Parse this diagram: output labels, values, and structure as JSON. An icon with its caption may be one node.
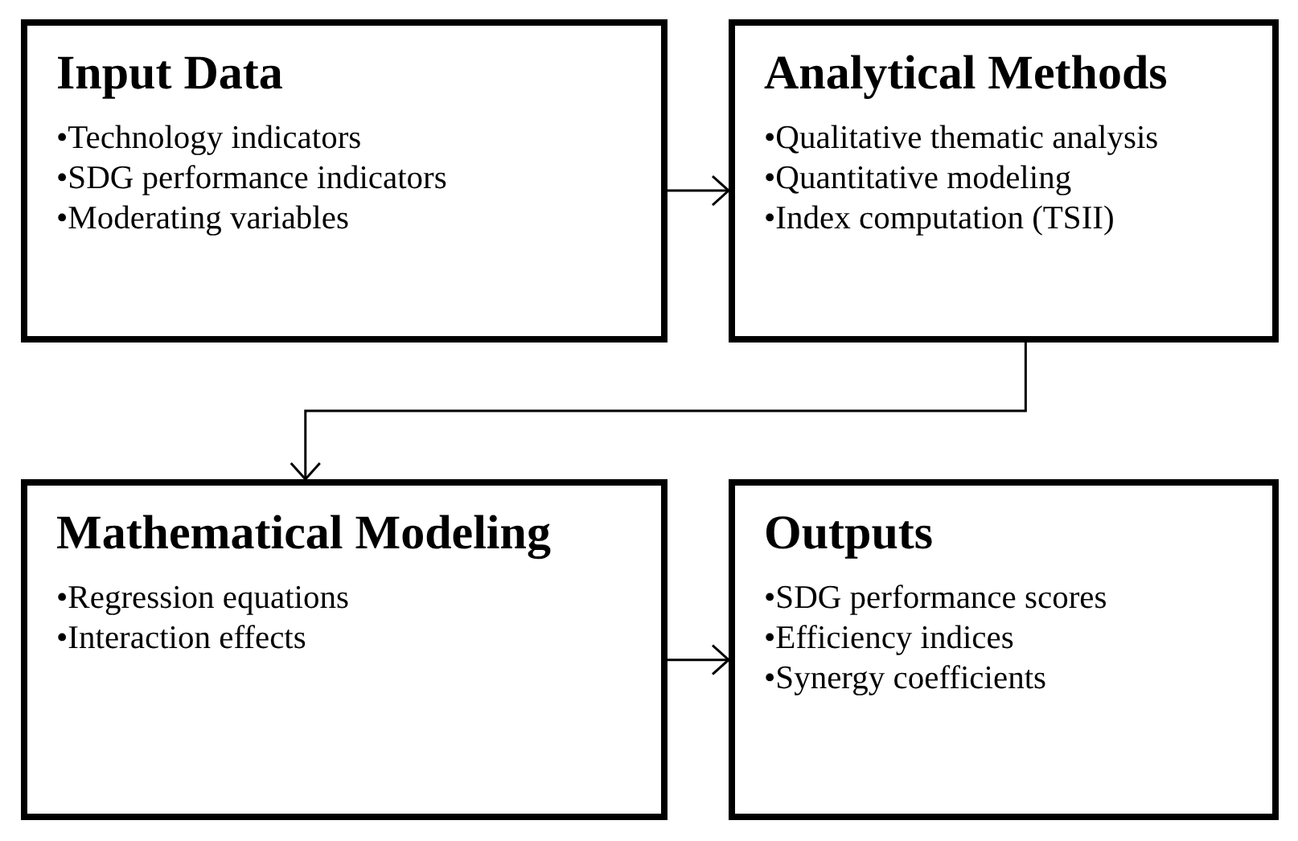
{
  "diagram": {
    "nodes": [
      {
        "text": [
          "Input Data",
          "•Technology indicators",
          "•SDG performance indicators",
          "•Moderating variables"
        ]
      },
      {
        "text": [
          "Analytical Methods",
          "•Qualitative thematic analysis",
          "•Quantitative modeling",
          "•Index computation (TSII)"
        ]
      },
      {
        "text": [
          "Mathematical Modeling",
          "•Regression equations",
          "•Interaction effects"
        ]
      },
      {
        "text": [
          "Outputs",
          "•SDG performance scores",
          "•Efficiency indices",
          "•Synergy coefficients"
        ]
      }
    ],
    "edges": [
      {
        "from": 0,
        "to": 1,
        "arrow": "to"
      },
      {
        "from": 1,
        "to": 2,
        "arrow": "to"
      },
      {
        "from": 2,
        "to": 3,
        "arrow": "to"
      }
    ]
  }
}
